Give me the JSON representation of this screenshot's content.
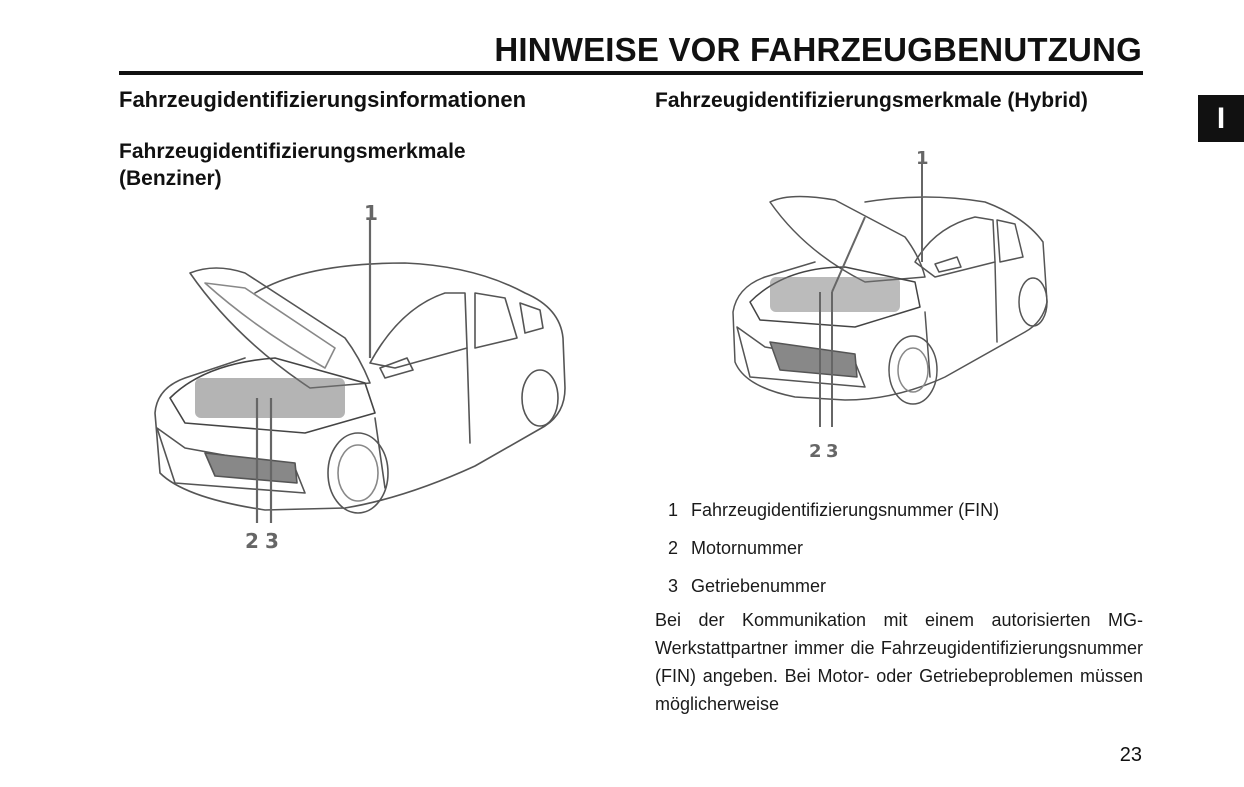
{
  "header": {
    "title": "HINWEISE VOR FAHRZEUGBENUTZUNG",
    "chapter_tab": "I"
  },
  "left_column": {
    "section_title": "Fahrzeugidentifizierungsinformationen",
    "subsection_title_line1": "Fahrzeugidentifizierungsmerkmale",
    "subsection_title_line2": "(Benziner)",
    "figure": {
      "description": "car-with-open-hood-petrol",
      "callout_1": "1",
      "callout_2": "2",
      "callout_3": "3"
    }
  },
  "right_column": {
    "subsection_title": "Fahrzeugidentifizierungsmerkmale (Hybrid)",
    "figure": {
      "description": "car-with-open-hood-hybrid",
      "callout_1": "1",
      "callout_2": "2",
      "callout_3": "3"
    },
    "legend": [
      {
        "number": "1",
        "label": "Fahrzeugidentifizierungsnummer (FIN)"
      },
      {
        "number": "2",
        "label": "Motornummer"
      },
      {
        "number": "3",
        "label": "Getriebenummer"
      }
    ],
    "paragraph": "Bei der Kommunikation mit einem autorisierten MG-Werkstattpartner immer die Fahrzeugidentifizierungsnummer (FIN) angeben. Bei Motor- oder Getriebeproblemen müssen möglicherweise"
  },
  "footer": {
    "page_number": "23"
  }
}
